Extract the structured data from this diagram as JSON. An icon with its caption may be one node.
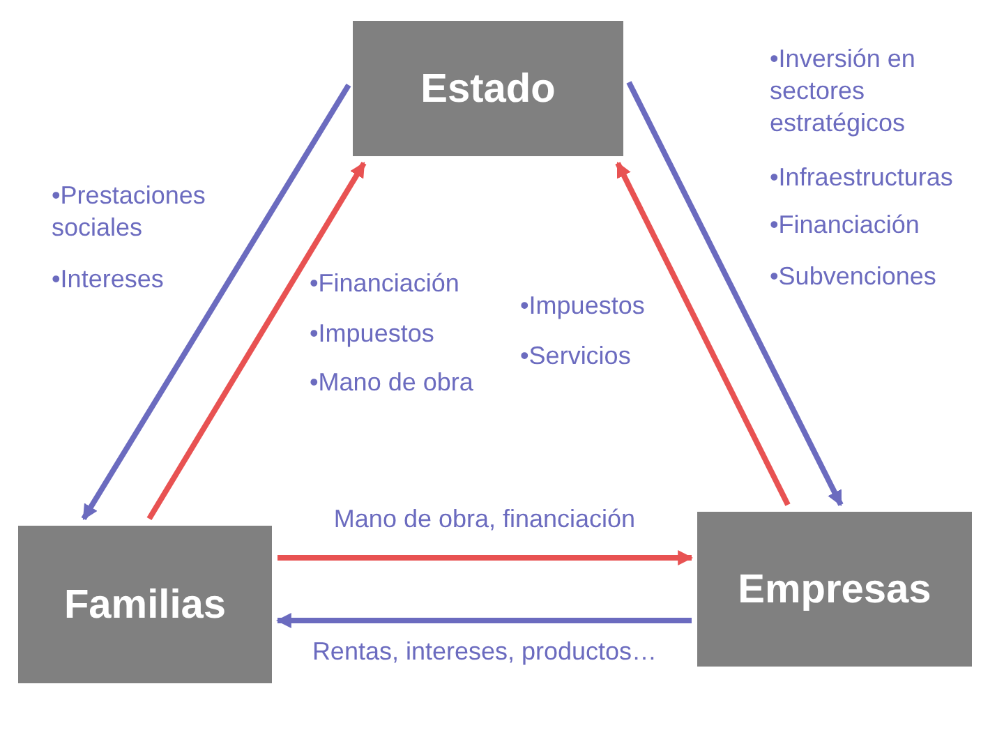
{
  "diagram": {
    "nodes": [
      {
        "text": [
          "Estado"
        ]
      },
      {
        "text": [
          "Familias"
        ]
      },
      {
        "text": [
          "Empresas"
        ]
      }
    ],
    "edges": [
      {
        "from": 0,
        "to": 1,
        "arrow": "to",
        "color": "#6b6bbf"
      },
      {
        "from": 1,
        "to": 0,
        "arrow": "to",
        "color": "#e85252"
      },
      {
        "from": 0,
        "to": 2,
        "arrow": "to",
        "color": "#6b6bbf"
      },
      {
        "from": 2,
        "to": 0,
        "arrow": "to",
        "color": "#e85252"
      },
      {
        "from": 1,
        "to": 2,
        "arrow": "to",
        "label": "Mano de obra, financiación",
        "color": "#e85252"
      },
      {
        "from": 2,
        "to": 1,
        "arrow": "to",
        "label": "Rentas, intereses, productos…",
        "color": "#6b6bbf"
      }
    ],
    "labels": [
      "•Inversión en sectores estratégicos",
      "•Infraestructuras",
      "•Financiación",
      "•Subvenciones",
      "•Prestaciones sociales",
      "•Intereses",
      "•Financiación",
      "•Impuestos",
      "•Mano de obra",
      "•Impuestos",
      "•Servicios"
    ]
  }
}
